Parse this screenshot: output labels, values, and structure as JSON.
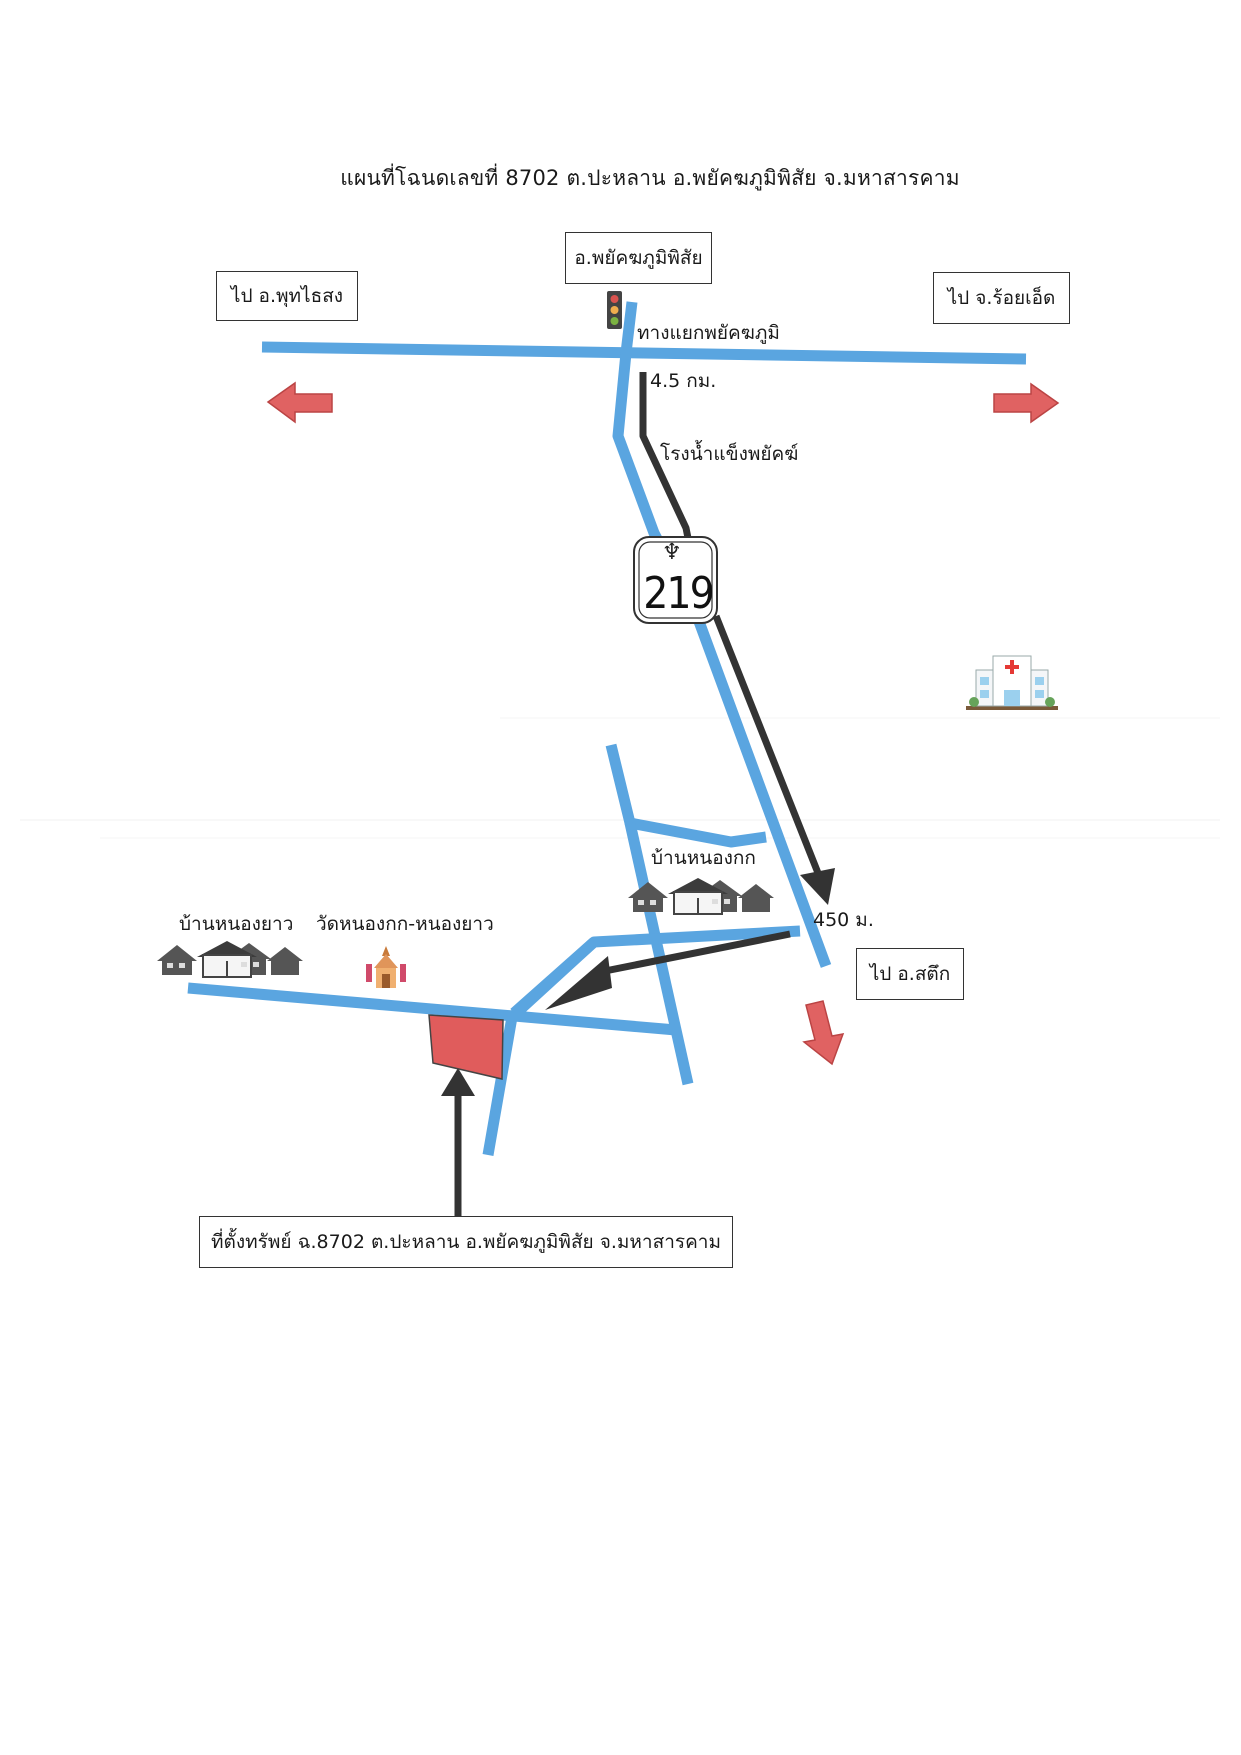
{
  "map": {
    "title": "แผนที่โฉนดเลขที่ 8702 ต.ปะหลาน อ.พยัคฆภูมิพิสัย จ.มหาสารคาม",
    "district_box": "อ.พยัคฆภูมิพิสัย",
    "to_left_box": "ไป อ.พุทไธสง",
    "to_right_box": "ไป จ.ร้อยเอ็ด",
    "to_south_box": "ไป อ.สตึก",
    "intersection_label": "ทางแยกพยัคฆภูมิ",
    "distance_1": "4.5 กม.",
    "ice_factory_label": "โรงน้ำแข็งพยัคฆ์",
    "route_number": "219",
    "village_nong_kok": "บ้านหนองกก",
    "village_nong_yao": "บ้านหนองยาว",
    "temple_label": "วัดหนองกก-หนองยาว",
    "distance_2": "450 ม.",
    "property_box": "ที่ตั้งทรัพย์ ฉ.8702 ต.ปะหลาน อ.พยัคฆภูมิพิสัย จ.มหาสารคาม",
    "icons": [
      "traffic-light-icon",
      "garuda-icon",
      "hospital-icon",
      "village-houses-icon",
      "temple-icon"
    ],
    "colors": {
      "road": "#5aa5e0",
      "route_arrow": "#333333",
      "direction_arrow": "#e05a5a",
      "property_plot": "#e05a5a"
    }
  }
}
